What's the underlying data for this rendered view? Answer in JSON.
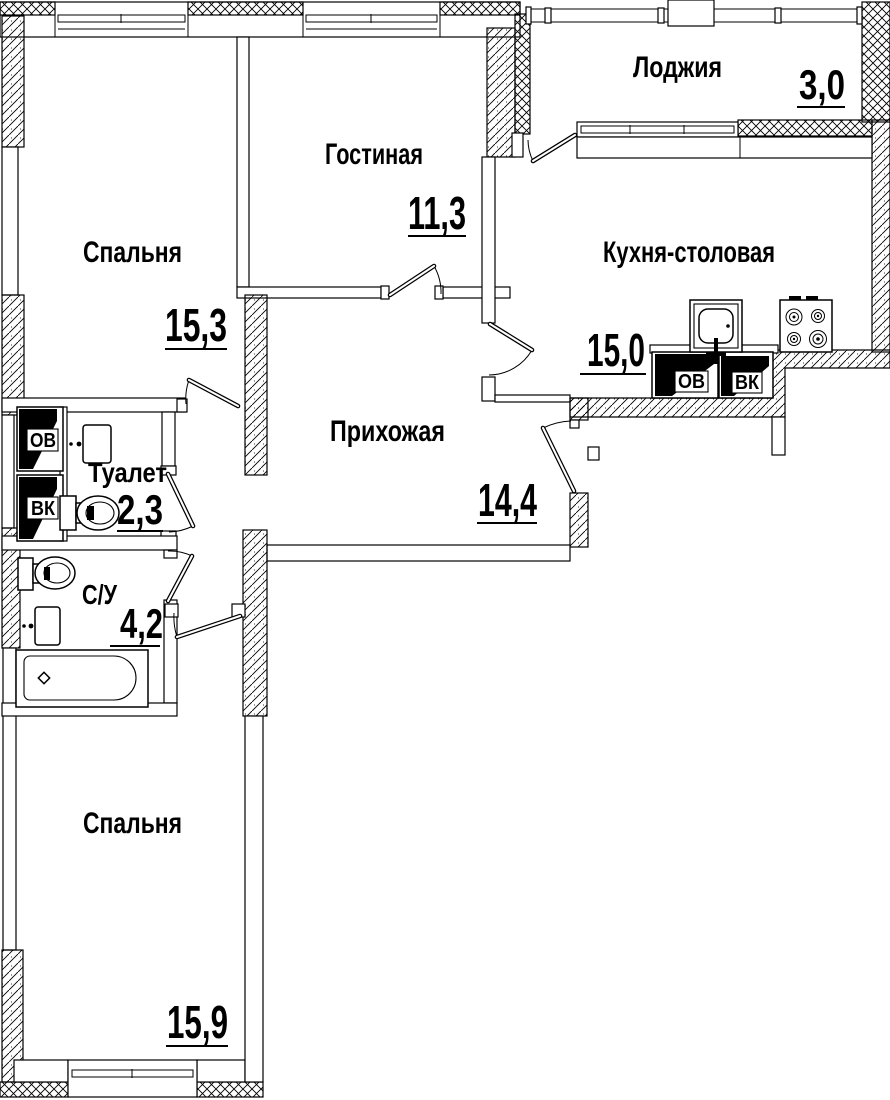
{
  "plan": {
    "rooms": {
      "bedroom1": {
        "name": "Спальня",
        "area": "15,3"
      },
      "living": {
        "name": "Гостиная",
        "area": "11,3"
      },
      "loggia": {
        "name": "Лоджия",
        "area": "3,0"
      },
      "kitchen": {
        "name": "Кухня-столовая",
        "area": "15,0"
      },
      "hallway": {
        "name": "Прихожая",
        "area": "14,4"
      },
      "toilet": {
        "name": "Туалет",
        "area": "2,3"
      },
      "bathroom": {
        "name": "С/У",
        "area": "4,2"
      },
      "bedroom2": {
        "name": "Спальня",
        "area": "15,9"
      }
    },
    "vents": {
      "kitchen_ov": "ОВ",
      "kitchen_vk": "ВК",
      "toilet_ov": "ОВ",
      "toilet_vk": "ВК"
    },
    "colors": {
      "line": "#000000",
      "background": "#ffffff"
    }
  }
}
